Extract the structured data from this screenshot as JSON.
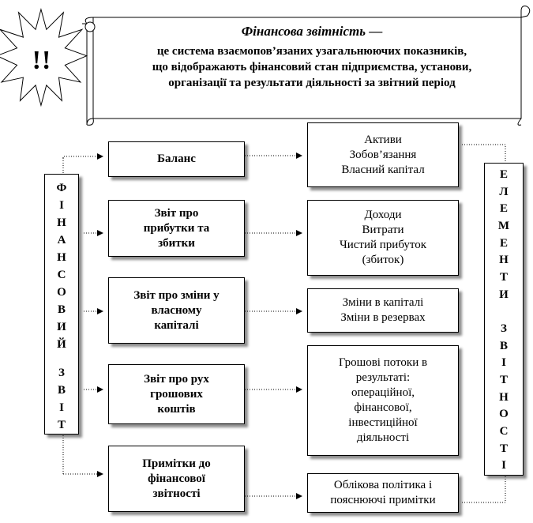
{
  "burst": {
    "text": "!!"
  },
  "definition": {
    "term": "Фінансова звітність",
    "dash": "—",
    "lines": [
      "це система взаємопов’язаних узагальнюючих показників,",
      "що відображають фінансовий стан підприємства, установи,",
      "організації та результати діяльності за звітний період"
    ]
  },
  "left_column": {
    "letters": [
      "Ф",
      "І",
      "Н",
      "А",
      "Н",
      "С",
      "О",
      "В",
      "И",
      "Й",
      "",
      "З",
      "В",
      "І",
      "Т"
    ]
  },
  "right_column": {
    "letters": [
      "Е",
      "Л",
      "Е",
      "М",
      "Е",
      "Н",
      "Т",
      "И",
      "",
      "З",
      "В",
      "І",
      "Т",
      "Н",
      "О",
      "С",
      "Т",
      "І"
    ]
  },
  "reports": [
    {
      "lines": [
        "Баланс"
      ]
    },
    {
      "lines": [
        "Звіт про",
        "прибутки та",
        "збитки"
      ]
    },
    {
      "lines": [
        "Звіт про зміни у",
        "власному",
        "капіталі"
      ]
    },
    {
      "lines": [
        "Звіт про рух",
        "грошових",
        "коштів"
      ]
    },
    {
      "lines": [
        "Примітки до",
        "фінансової",
        "звітності"
      ]
    }
  ],
  "elements": [
    {
      "lines": [
        "Активи",
        "Зобов’язання",
        "Власний капітал"
      ]
    },
    {
      "lines": [
        "Доходи",
        "Витрати",
        "Чистий прибуток",
        "(збиток)"
      ]
    },
    {
      "lines": [
        "Зміни в капіталі",
        "Зміни в резервах"
      ]
    },
    {
      "lines": [
        "Грошові потоки в",
        "результаті:",
        "операційної,",
        "фінансової,",
        "інвестиційної",
        "діяльності"
      ]
    },
    {
      "lines": [
        "Облікова політика і",
        "пояснюючі примітки"
      ]
    }
  ]
}
